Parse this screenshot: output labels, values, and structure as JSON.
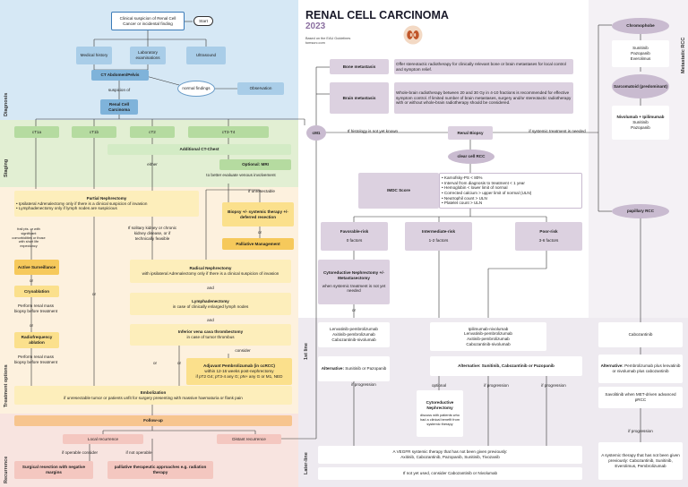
{
  "header": {
    "title": "RENAL CELL CARCINOMA",
    "year": "2023",
    "based_on": "Based on the EAU Guidelines",
    "site": "tomsurc.com"
  },
  "sections": {
    "diagnosis": "Diagnosis",
    "staging": "Staging",
    "treatment": "Treatment options",
    "recurrence": "Recurrence",
    "metastatic": "Metastatic RCC",
    "first_line": "1st line",
    "later_line": "Later-line"
  },
  "diagnosis": {
    "start": "Start",
    "suspicion": "Clinical suspicion of Renal Cell Cancer or incidental finding",
    "medical_history": "Medical history",
    "lab": "Laboratory examinations",
    "ultrasound": "Ultrasound",
    "ct": "CT Abdomen/Pelvis",
    "normal": "normal findings",
    "observation": "Observation",
    "suspicion_of": "suspicion of",
    "rcc": "Renal Cell Carcinoma"
  },
  "staging": {
    "ct1a": "cT1a",
    "ct1b": "cT1b",
    "ct2": "cT2",
    "ct3": "cT3-T4",
    "ct_chest": "Additional CT-Chest",
    "either": "either",
    "mri": "Optional:  MRI",
    "mri_sub": "to better evaluate venous involvement",
    "cm1": "cM1"
  },
  "treatment": {
    "partial": "Partial Nephrectomy",
    "partial_b1": "Ipsilateral Adrenalectomy only if there is a clinical suspicion of invasion",
    "partial_b2": "Lymphadenectomy only if lymph nodes are suspicious",
    "frail": "frail pts. or with significant comorbidities or those with short life expectancy",
    "active": "Active Surveillance",
    "or1": "or",
    "cryo": "Cryoablation",
    "cryo_sub": "Perform renal mass biopsy before treatment",
    "or2": "or",
    "rfa": "Radiofrequency ablation",
    "rfa_sub": "Perform renal mass biopsy before treatment",
    "solitary": "If solitary kidney or chronic kidney disease, or if technically feasible",
    "or3": "or",
    "unresectable": "if unresectable",
    "biopsy_systemic": "Biopsy +/- systemic therapy +/- deferred resection",
    "or4": "or",
    "palliative": "Palliative Management",
    "radical": "Radical Nephrectomy",
    "radical_sub": "with ipsilateral Adrenalectomy only if there is a clinical suspicion of invasion",
    "and1": "and",
    "lymph": "Lymphadenectomy",
    "lymph_sub": "in case of clinically enlarged lymph nodes",
    "and2": "and",
    "ivc": "Inferior vena cava thrombectomy",
    "ivc_sub": "in case of tumor thrombus",
    "consider": "consider",
    "adjuvant": "Adjuvant Pembrolizumab (in ccRCC)",
    "adjuvant_sub": "within 12-16 weeks post-nephrectomy\nif pT2 G4; pT3-4 any G; pN+ any G or M1, NED",
    "or5": "or",
    "or6": "or",
    "embolization": "Embolization",
    "embolization_sub": "if unresectable tumor or patients unfit for surgery presenting with massive haematuria or flank pain"
  },
  "recurrence": {
    "follow_up": "Follow-up",
    "local": "Local recurrence",
    "distant": "Distant recurrence",
    "if_operable": "if operable consider",
    "if_not_operable": "if not operable",
    "surgical": "Surgical resection with negative margins",
    "palliative": "palliative therapeutic approaches e.g. radiation therapy"
  },
  "metastatic": {
    "bone_title": "Bone metastasis",
    "bone_text": "Offer stereotactic radiotherapy for clinically relevant bone or brain metastases for local control and symptom relief.",
    "brain_title": "Brain metastasis",
    "brain_text": "Whole-brain radiotherapy between 20 and 30 Gy in 4-10 fractions is recommended for effective symptom control. If limited number of brain metastases, surgery and/or stereotactic radiotherapy with or without whole-brain radiotherapy should be considered.",
    "if_histology": "If histology is not yet known",
    "renal_biopsy": "Renal Biopsy",
    "if_systemic": "if systemic treatment is needed",
    "clear_cell": "clear cell RCC",
    "imdc": "IMDC Score",
    "imdc_items": [
      "Karnofsky-PS < 80%",
      "Interval from diagnosis to treatment < 1 year",
      "Hemoglobin < lower limit of normal",
      "Corrected calcium > upper limit of normal (ULN)",
      "Neutrophil count > ULN",
      "Platelet count > ULN"
    ],
    "favorable": "Favorable-risk",
    "favorable_sub": "0 factors",
    "intermediate": "Intermediate-risk",
    "intermediate_sub": "1-2 factors",
    "poor": "Poor-risk",
    "poor_sub": "3-6 factors",
    "cyto": "Cytoreductive Nephrectomy +/- Metastasectomy",
    "cyto_sub": "when systemic treatment is not yet needed",
    "or": "or",
    "fav_first": "Lenvatinib-pembrolizumab\nAxitinib-pembrolizumab\nCabozantinib-nivolumab",
    "fav_alt_bold": "Alternative:",
    "fav_alt": " Sunitinib or Pazopanib",
    "int_first": "Ipilimumab-nivolumab\nLenvatinib-pembrolizumab\nAxitinib-pembrolizumab\nCabozantinib-nivolumab",
    "int_alt_bold": "Alternative:",
    "int_alt": " Sunitinib, Cabozantinib or Pazopanib",
    "if_progression1": "if progression",
    "optional": "optional",
    "if_progression2": "if progression",
    "if_progression3": "if progression",
    "cyto2": "Cytoreductive Nephrectomy",
    "cyto2_sub": "discuss with patients who had a clinical benefit from systemic therapy",
    "later_main": "A VEGFR systemic therapy that has not been given previously:",
    "later_list": "Axitinib, Cabozantinib, Pazopanib, Sunitinib, Tivozanib",
    "later_alt": "If not yet used, consider Cabozantinib or Nivolumab",
    "chromophobe": "Chromophobe",
    "chromo_tx": "Sunitinib\nPazopanib\nEverolimus",
    "sarcomatoid": "Sarcomatoid (predominant)",
    "sarc_tx_bold": "Nivolumab + Ipilimumab",
    "sarc_tx": "Sunitinib\nPazopanib",
    "papillary": "papillary RCC",
    "pap_first": "Cabozantinib",
    "pap_alt_bold": "Alternative:",
    "pap_alt": " Pembrolizumab plus lenvatinib or nivolumab plus cabozantinib",
    "pap_alt2": "Savolitinib when MET-driven advanced pRCC",
    "pap_prog": "if progression",
    "pap_later": "A systemic therapy that has not been given previously: Cabozantinib, Sunitinib, Everolimus, Pembrolizumab"
  },
  "colors": {
    "diagnosis_bg": "#d6e8f5",
    "staging_bg": "#e2efd3",
    "treatment_bg": "#fdf1de",
    "recurrence_bg": "#f8e4e0",
    "metastatic_accent": "#dcd1e0"
  }
}
